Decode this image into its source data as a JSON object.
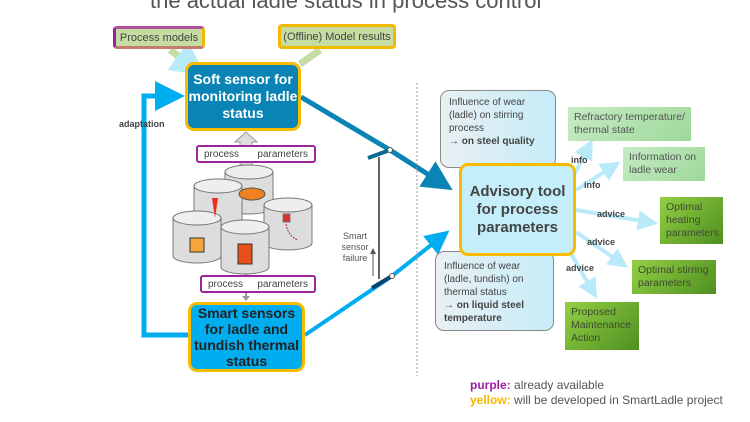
{
  "title": "the actual ladle status in process control",
  "inputs": {
    "process_models": "Process models",
    "offline_model_results": "(Offline) Model results"
  },
  "soft_sensor": "Soft sensor for monitoring ladle status",
  "smart_sensors": "Smart sensors for ladle and tundish thermal status",
  "adaptation_label": "adaptation",
  "process_parameters_top": {
    "left": "process",
    "right": "parameters"
  },
  "process_parameters_bottom": {
    "left": "process",
    "right": "parameters"
  },
  "smart_sensor_failure": "Smart sensor failure",
  "advisory_tool": "Advisory tool for process parameters",
  "influence_1": {
    "text": "Influence of wear (ladle) on stirring process",
    "emphasis": "→ on steel quality"
  },
  "influence_2": {
    "text": "Influence of wear (ladle, tundish) on thermal status",
    "emphasis": "→ on liquid steel temperature"
  },
  "outputs": [
    {
      "label": "info",
      "target": "Refractory temperature/ thermal state"
    },
    {
      "label": "info",
      "target": "Information on ladle wear"
    },
    {
      "label": "advice",
      "target": "Optimal heating parameters"
    },
    {
      "label": "advice",
      "target": "Optimal stirring parameters"
    },
    {
      "label": "advice",
      "target": "Proposed Maintenance Action"
    }
  ],
  "legend": {
    "purple_key": "purple:",
    "purple_text": "already available",
    "yellow_key": "yellow:",
    "yellow_text": "will be developed in SmartLadle project"
  },
  "colors": {
    "purple": "#9b1f9e",
    "yellow": "#f5b800",
    "soft_sensor_blue": "#0a84b5",
    "smart_sensor_cyan": "#00aeef",
    "advisory_fill": "#c3eefa"
  }
}
